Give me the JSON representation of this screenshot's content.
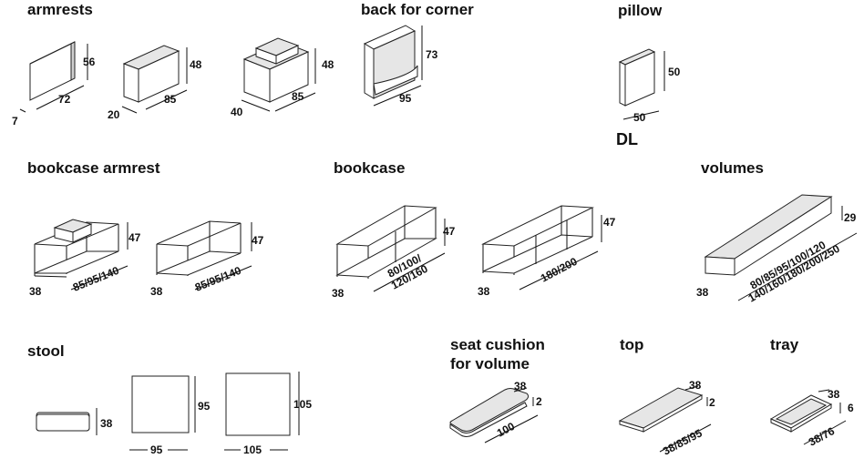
{
  "headings": {
    "armrests": "armrests",
    "back_for_corner": "back for corner",
    "pillow": "pillow",
    "dl": "DL",
    "bookcase_armrest": "bookcase armrest",
    "bookcase": "bookcase",
    "volumes": "volumes",
    "stool": "stool",
    "seat_cushion_line1": "seat cushion",
    "seat_cushion_line2": "for volume",
    "top": "top",
    "tray": "tray"
  },
  "dims": {
    "armrest1": {
      "h": "56",
      "w": "72",
      "d": "7"
    },
    "armrest2": {
      "h": "48",
      "w": "85",
      "d": "20"
    },
    "armrest3": {
      "h": "48",
      "w": "85",
      "d": "40"
    },
    "back_corner": {
      "h": "73",
      "w": "95"
    },
    "pillow": {
      "h": "50",
      "w": "50"
    },
    "bookcase_armrest1": {
      "h": "47",
      "w": "85/95/140",
      "d": "38"
    },
    "bookcase_armrest2": {
      "h": "47",
      "w": "85/95/140",
      "d": "38"
    },
    "bookcase1": {
      "h": "47",
      "w1": "80/100/",
      "w2": "120/160",
      "d": "38"
    },
    "bookcase2": {
      "h": "47",
      "w": "180/200",
      "d": "38"
    },
    "volumes": {
      "h": "29",
      "w1": "80/85/95/100/120",
      "w2": "140/160/180/200/250",
      "d": "38"
    },
    "stool": {
      "h": "38",
      "w1": "95",
      "h1": "95",
      "w2": "105",
      "h2": "105"
    },
    "seat_cushion": {
      "d": "38",
      "h": "2",
      "w": "100"
    },
    "top": {
      "d": "38",
      "h": "2",
      "w": "38/85/95"
    },
    "tray": {
      "d": "38",
      "h": "6",
      "w": "38/76"
    }
  }
}
